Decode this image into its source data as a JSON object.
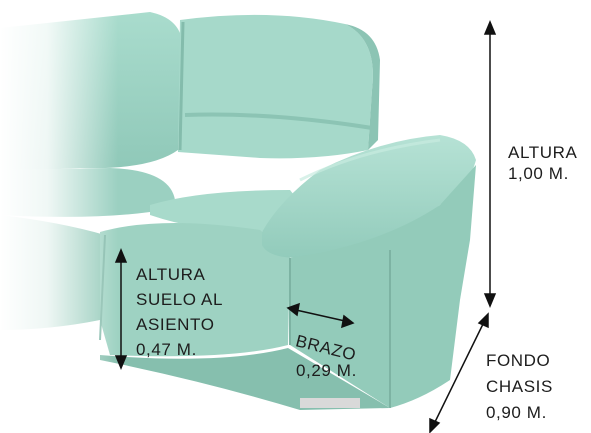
{
  "colors": {
    "upholstery": "#9fd3c4",
    "upholstery_shadow": "#7fbcab",
    "upholstery_light": "#b9e3d6",
    "arrow": "#111111",
    "text": "#1d1d1d"
  },
  "labels": {
    "altura_total": {
      "line1": "ALTURA",
      "line2": "1,00 M."
    },
    "altura_asiento": {
      "line1": "ALTURA",
      "line2": "SUELO AL",
      "line3": "ASIENTO",
      "line4": "0,47 M."
    },
    "brazo": {
      "line1": "BRAZO",
      "line2": "0,29 M."
    },
    "fondo": {
      "line1": "FONDO",
      "line2": "CHASIS",
      "line3": "0,90 M."
    }
  }
}
